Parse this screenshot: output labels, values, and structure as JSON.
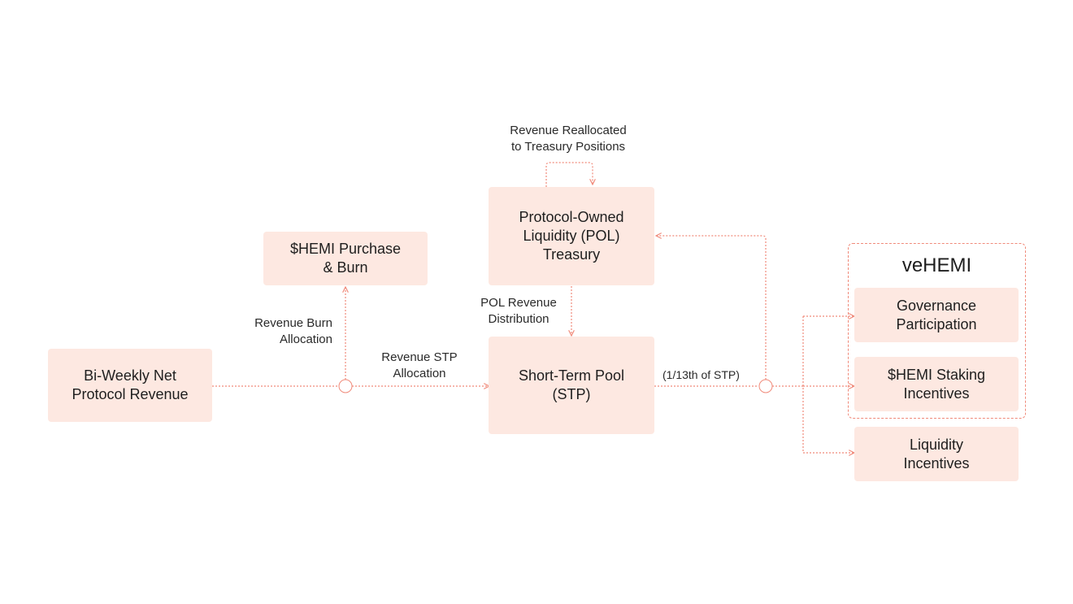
{
  "colors": {
    "node_fill": "#fde8e1",
    "connector": "#f08a7a",
    "text": "#1e1e1e",
    "background": "#ffffff"
  },
  "nodes": {
    "revenue": "Bi-Weekly Net\nProtocol Revenue",
    "burn": "$HEMI Purchase\n& Burn",
    "pol": "Protocol-Owned\nLiquidity (POL)\nTreasury",
    "stp": "Short-Term Pool\n(STP)",
    "governance": "Governance\nParticipation",
    "staking": "$HEMI Staking\nIncentives",
    "liquidity": "Liquidity\nIncentives"
  },
  "group": {
    "title": "veHEMI"
  },
  "labels": {
    "reallocated": "Revenue Reallocated\nto Treasury Positions",
    "burn_allocation": "Revenue Burn\nAllocation",
    "stp_allocation": "Revenue STP\nAllocation",
    "pol_distribution": "POL Revenue\nDistribution",
    "stp_fraction": "(1/13th of STP)"
  }
}
